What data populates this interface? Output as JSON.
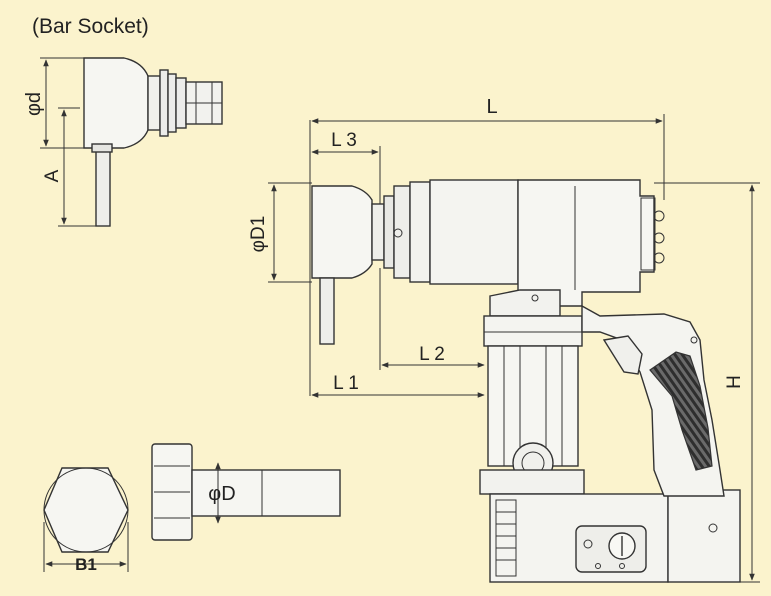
{
  "title": "(Bar Socket)",
  "labels": {
    "d": "φd",
    "A": "A",
    "L": "L",
    "L3": "L 3",
    "D1": "φD1",
    "L2": "L 2",
    "L1": "L 1",
    "H": "H",
    "B1": "B1",
    "D": "φD"
  },
  "colors": {
    "background": "#fbf3cd",
    "body_fill": "#f5f5f1",
    "handle_dark": "#555555",
    "line": "#333333"
  }
}
